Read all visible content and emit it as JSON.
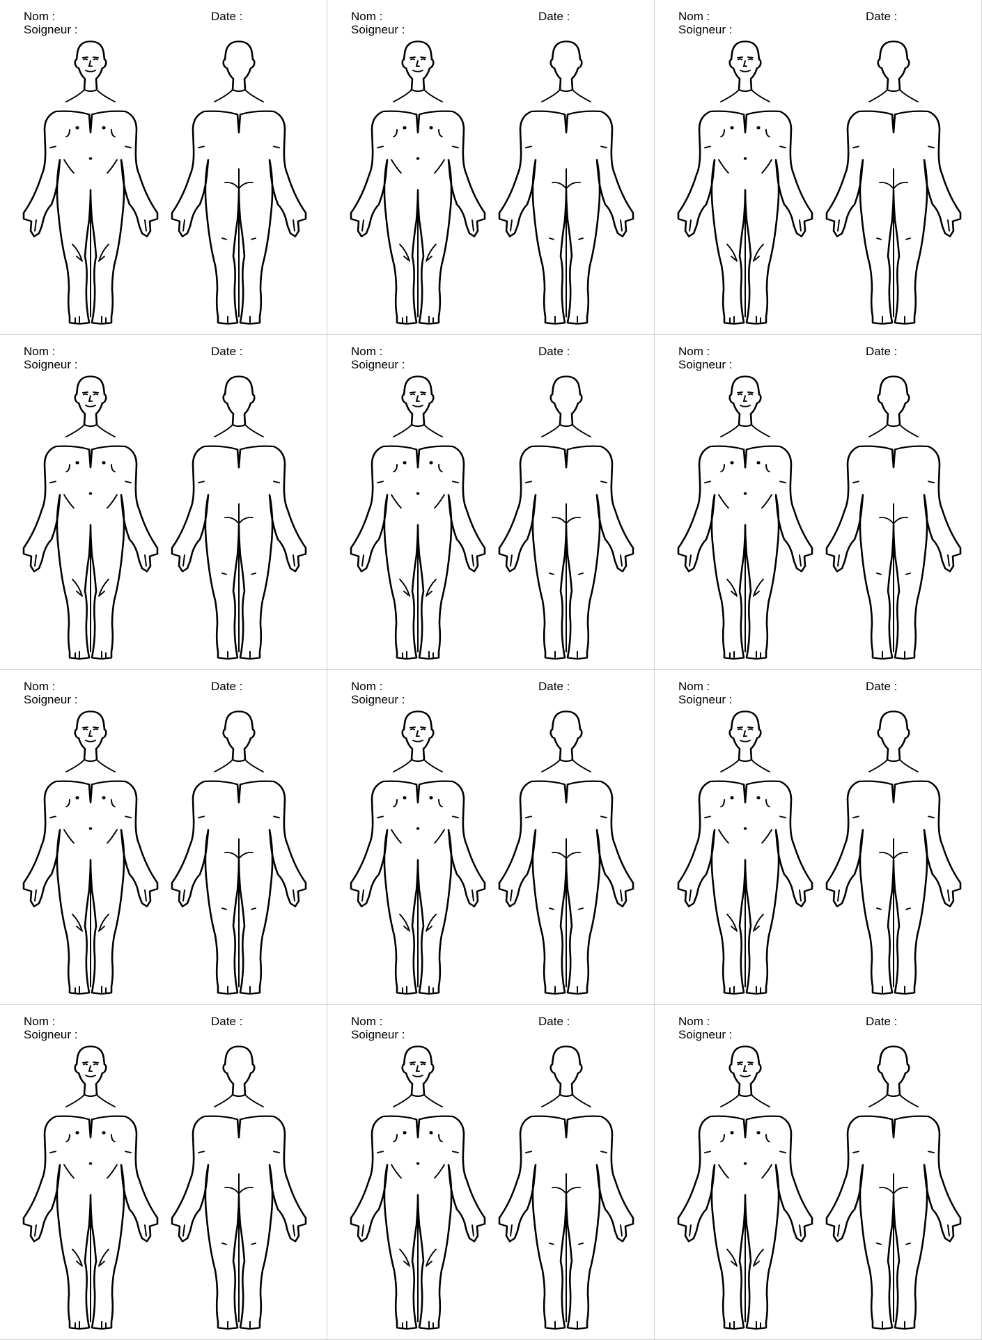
{
  "sheet": {
    "card_labels": {
      "name": "Nom :",
      "caregiver": "Soigneur :",
      "date": "Date :"
    },
    "views": [
      "front-body-view",
      "back-body-view"
    ],
    "cards": [
      {
        "name": "Nom :",
        "caregiver": "Soigneur :",
        "date": "Date :"
      },
      {
        "name": "Nom :",
        "caregiver": "Soigneur :",
        "date": "Date :"
      },
      {
        "name": "Nom :",
        "caregiver": "Soigneur :",
        "date": "Date :"
      },
      {
        "name": "Nom :",
        "caregiver": "Soigneur :",
        "date": "Date :"
      },
      {
        "name": "Nom :",
        "caregiver": "Soigneur :",
        "date": "Date :"
      },
      {
        "name": "Nom :",
        "caregiver": "Soigneur :",
        "date": "Date :"
      },
      {
        "name": "Nom :",
        "caregiver": "Soigneur :",
        "date": "Date :"
      },
      {
        "name": "Nom :",
        "caregiver": "Soigneur :",
        "date": "Date :"
      },
      {
        "name": "Nom :",
        "caregiver": "Soigneur :",
        "date": "Date :"
      },
      {
        "name": "Nom :",
        "caregiver": "Soigneur :",
        "date": "Date :"
      },
      {
        "name": "Nom :",
        "caregiver": "Soigneur :",
        "date": "Date :"
      },
      {
        "name": "Nom :",
        "caregiver": "Soigneur :",
        "date": "Date :"
      }
    ]
  }
}
